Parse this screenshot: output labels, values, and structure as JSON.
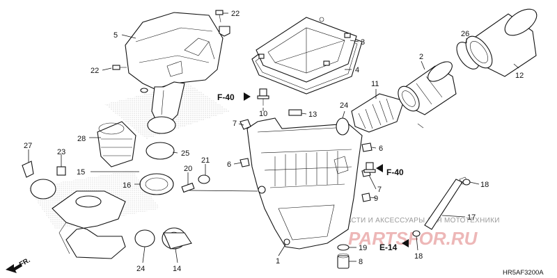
{
  "diagram": {
    "code": "HR5AF3200A",
    "direction_label": "FR.",
    "watermark_top": "ЗАПЧАСТИ И АКСЕССУАРЫ ДЛЯ МОТОТЕХНИКИ",
    "watermark_logo": "PARTSFOR.RU",
    "references": {
      "f40_upper": "F-40",
      "f40_right": "F-40",
      "e14": "E-14"
    },
    "callouts": {
      "n22a": "22",
      "n22b": "22",
      "n5": "5",
      "n3": "3",
      "n4": "4",
      "n26": "26",
      "n2": "2",
      "n12": "12",
      "n11": "11",
      "n24a": "24",
      "n10": "10",
      "n13": "13",
      "n7a": "7",
      "n28": "28",
      "n25": "25",
      "n27": "27",
      "n23": "23",
      "n15": "15",
      "n20": "20",
      "n21": "21",
      "n16": "16",
      "n6a": "6",
      "n6b": "6",
      "n7b": "7",
      "n9": "9",
      "n18a": "18",
      "n17": "17",
      "n18b": "18",
      "n19": "19",
      "n8": "8",
      "n1": "1",
      "n24b": "24",
      "n14": "14"
    }
  }
}
